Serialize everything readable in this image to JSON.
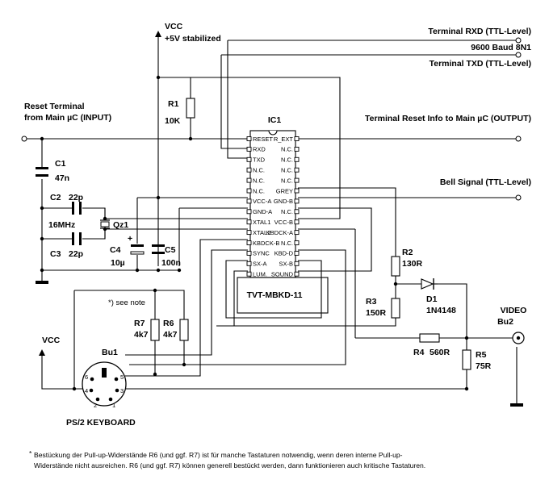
{
  "power": {
    "vcc": "VCC",
    "vcc_sub": "+5V stabilized",
    "vcc_left": "VCC"
  },
  "terminals": {
    "rxd": "Terminal RXD (TTL-Level)",
    "baud": "9600 Baud 8N1",
    "txd": "Terminal TXD (TTL-Level)",
    "reset_out": "Terminal Reset Info to Main µC (OUTPUT)",
    "bell": "Bell Signal (TTL-Level)",
    "reset_in_1": "Reset Terminal",
    "reset_in_2": "from Main µC (INPUT)"
  },
  "ic": {
    "ref": "IC1",
    "name": "TVT-MBKD-11",
    "left_pins": [
      "RESET",
      "RXD",
      "TXD",
      "N.C.",
      "N.C.",
      "N.C.",
      "VCC-A",
      "GND-A",
      "XTAL1",
      "XTAL2",
      "KBDCK-B",
      "SYNC",
      "SX-A",
      "LUM."
    ],
    "right_pins": [
      "R_EXT",
      "N.C.",
      "N.C.",
      "N.C.",
      "N.C.",
      "GREY",
      "GND-B",
      "N.C.",
      "VCC-B",
      "KBDCK-A",
      "N.C.",
      "KBD-D",
      "SX-B",
      "SOUND"
    ]
  },
  "components": {
    "r1": {
      "ref": "R1",
      "value": "10K"
    },
    "c1": {
      "ref": "C1",
      "value": "47n"
    },
    "c2": {
      "ref": "C2",
      "value": "22p"
    },
    "c3": {
      "ref": "C3",
      "value": "22p"
    },
    "qz1": {
      "ref": "Qz1",
      "value": "16MHz"
    },
    "c4": {
      "ref": "C4",
      "value": "10µ",
      "polarity": "+"
    },
    "c5": {
      "ref": "C5",
      "value": "100n"
    },
    "r2": {
      "ref": "R2",
      "value": "130R"
    },
    "r3": {
      "ref": "R3",
      "value": "150R"
    },
    "d1": {
      "ref": "D1",
      "value": "1N4148"
    },
    "r4": {
      "ref": "R4",
      "value": "560R"
    },
    "r5": {
      "ref": "R5",
      "value": "75R"
    },
    "r6": {
      "ref": "R6",
      "value": "4k7"
    },
    "r7": {
      "ref": "R7",
      "value": "4k7"
    },
    "bu1": {
      "ref": "Bu1",
      "name": "PS/2 KEYBOARD",
      "pins": [
        "6",
        "5",
        "4",
        "3",
        "2",
        "1"
      ]
    },
    "bu2": {
      "title": "VIDEO",
      "ref": "Bu2"
    }
  },
  "note_ref": "*) see note",
  "footnote": {
    "marker": "*",
    "line1": "Bestückung der Pull-up-Widerstände R6 (und ggf. R7) ist für manche Tastaturen notwendig, wenn deren interne Pull-up-",
    "line2": "Widerstände nicht ausreichen. R6 (und ggf. R7) können generell bestückt werden, dann funktionieren auch kritische Tastaturen."
  }
}
